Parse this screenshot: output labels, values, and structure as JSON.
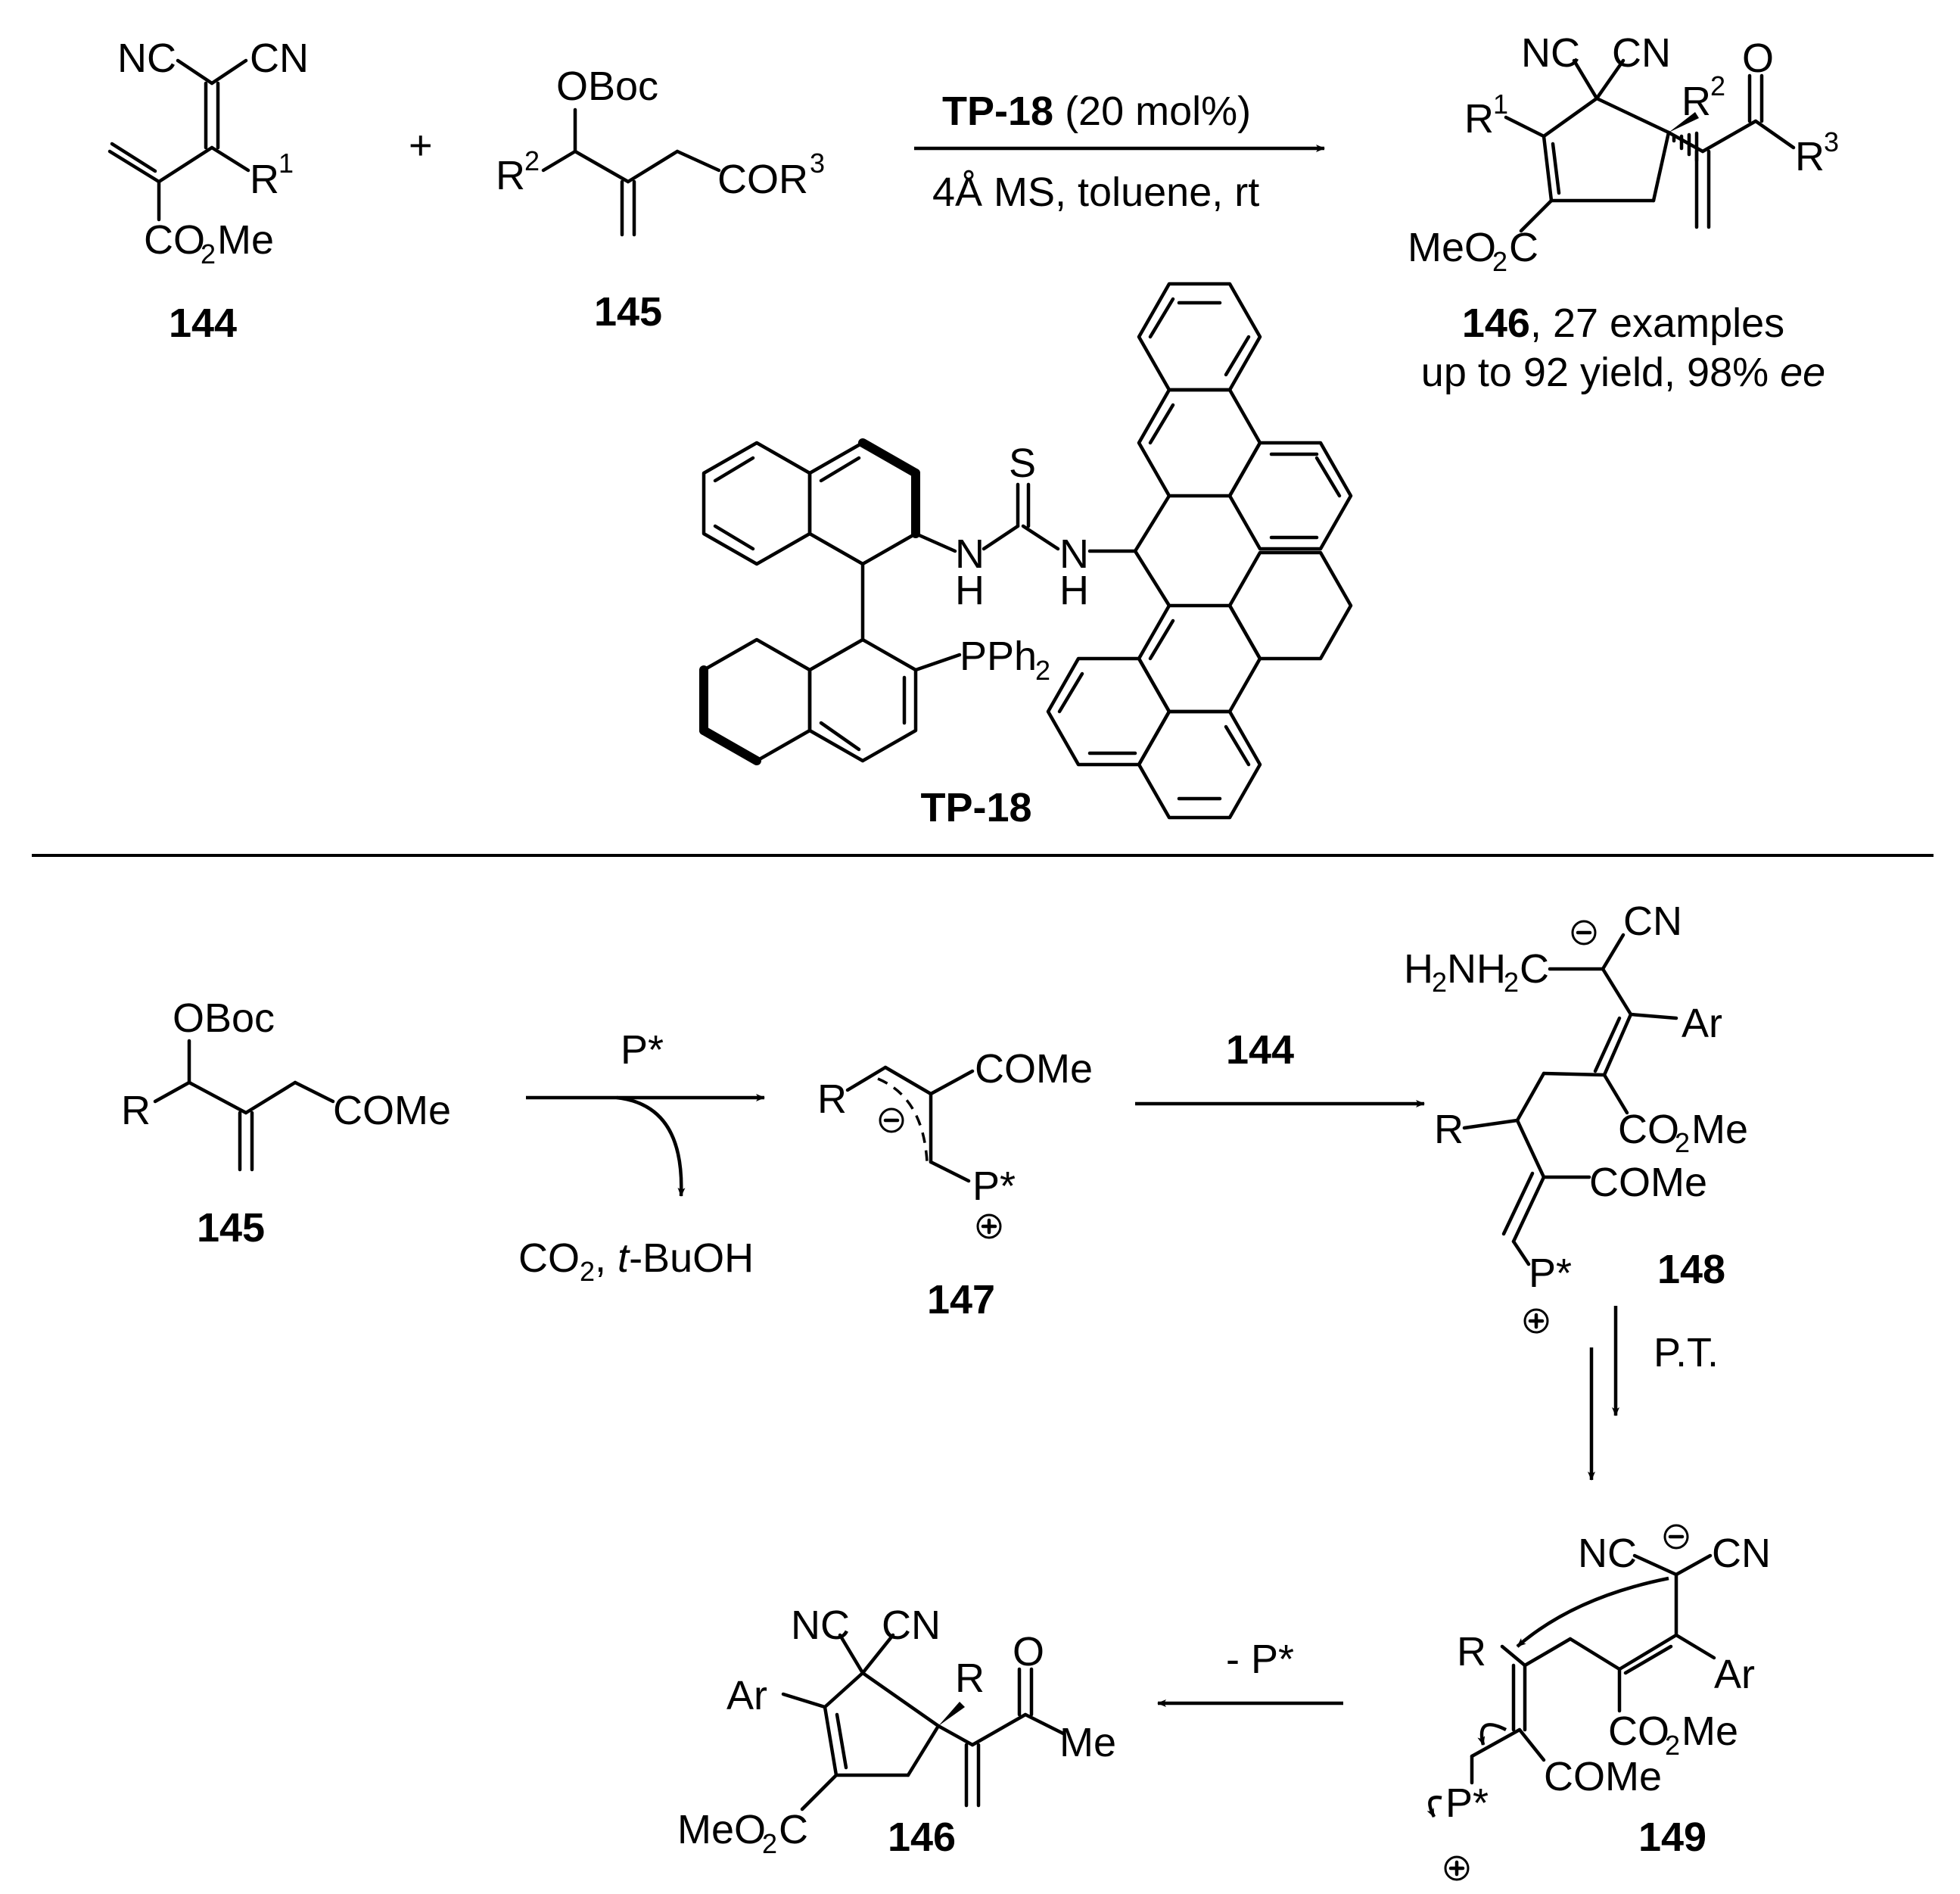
{
  "reaction": {
    "catalyst_name": "TP-18",
    "catalyst_loading": "(20 mol%)",
    "conditions": "4Å MS, toluene, rt",
    "plus": "+"
  },
  "compounds": {
    "c144": "144",
    "c145": "145",
    "c146": "146",
    "c147": "147",
    "c148": "148",
    "c149": "149",
    "tp18": "TP-18"
  },
  "product_summary": {
    "examples": ", 27 examples",
    "yield_prefix": "up to 92 yield, 98% ",
    "ee": "ee"
  },
  "mechanism": {
    "step1_reagent": "P*",
    "step1_byproduct_a": "CO",
    "step1_byproduct_sub": "2",
    "step1_byproduct_b": ", ",
    "step1_byproduct_t": "t",
    "step1_byproduct_c": "-BuOH",
    "step2_reagent": "144",
    "step3_label": "P.T.",
    "step4_label": "- P*"
  }
}
